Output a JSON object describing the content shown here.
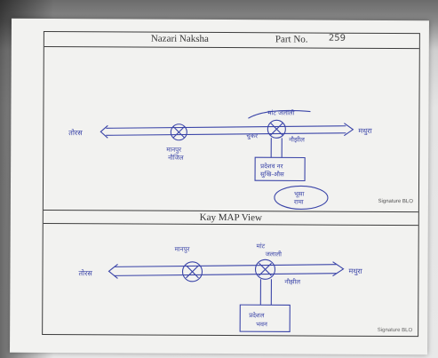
{
  "document": {
    "title": "Nazari Naksha",
    "part_label": "Part No.",
    "part_number": "259",
    "key_map_title": "Kay MAP View",
    "signature_top": "Signature BLO",
    "signature_bottom": "Signature BLO"
  },
  "sketch_top": {
    "left_place": "तोरस",
    "right_place": "मथुरा",
    "village_below_left": "मानपुर",
    "village_below_left2": "नौजिल",
    "label_above_right": "मांट जलाली",
    "label_left_of_right": "चुकर",
    "label_right_of_right": "नौझील",
    "box_label": "प्रदेशव नर",
    "box_label2": "सुखि-औस",
    "oval_label": "भूसा",
    "oval_label2": "रामा"
  },
  "sketch_bottom": {
    "left_place": "तोरस",
    "right_place": "मथुरा",
    "label_above_left": "मानपुर",
    "label_above_right": "मांट",
    "label_above_right2": "जलाली",
    "label_right": "नौझील",
    "box_label": "प्रदेशल",
    "box_label2": "भवन"
  },
  "colors": {
    "ink": "#3b45a8",
    "print": "#3c3c3c"
  }
}
